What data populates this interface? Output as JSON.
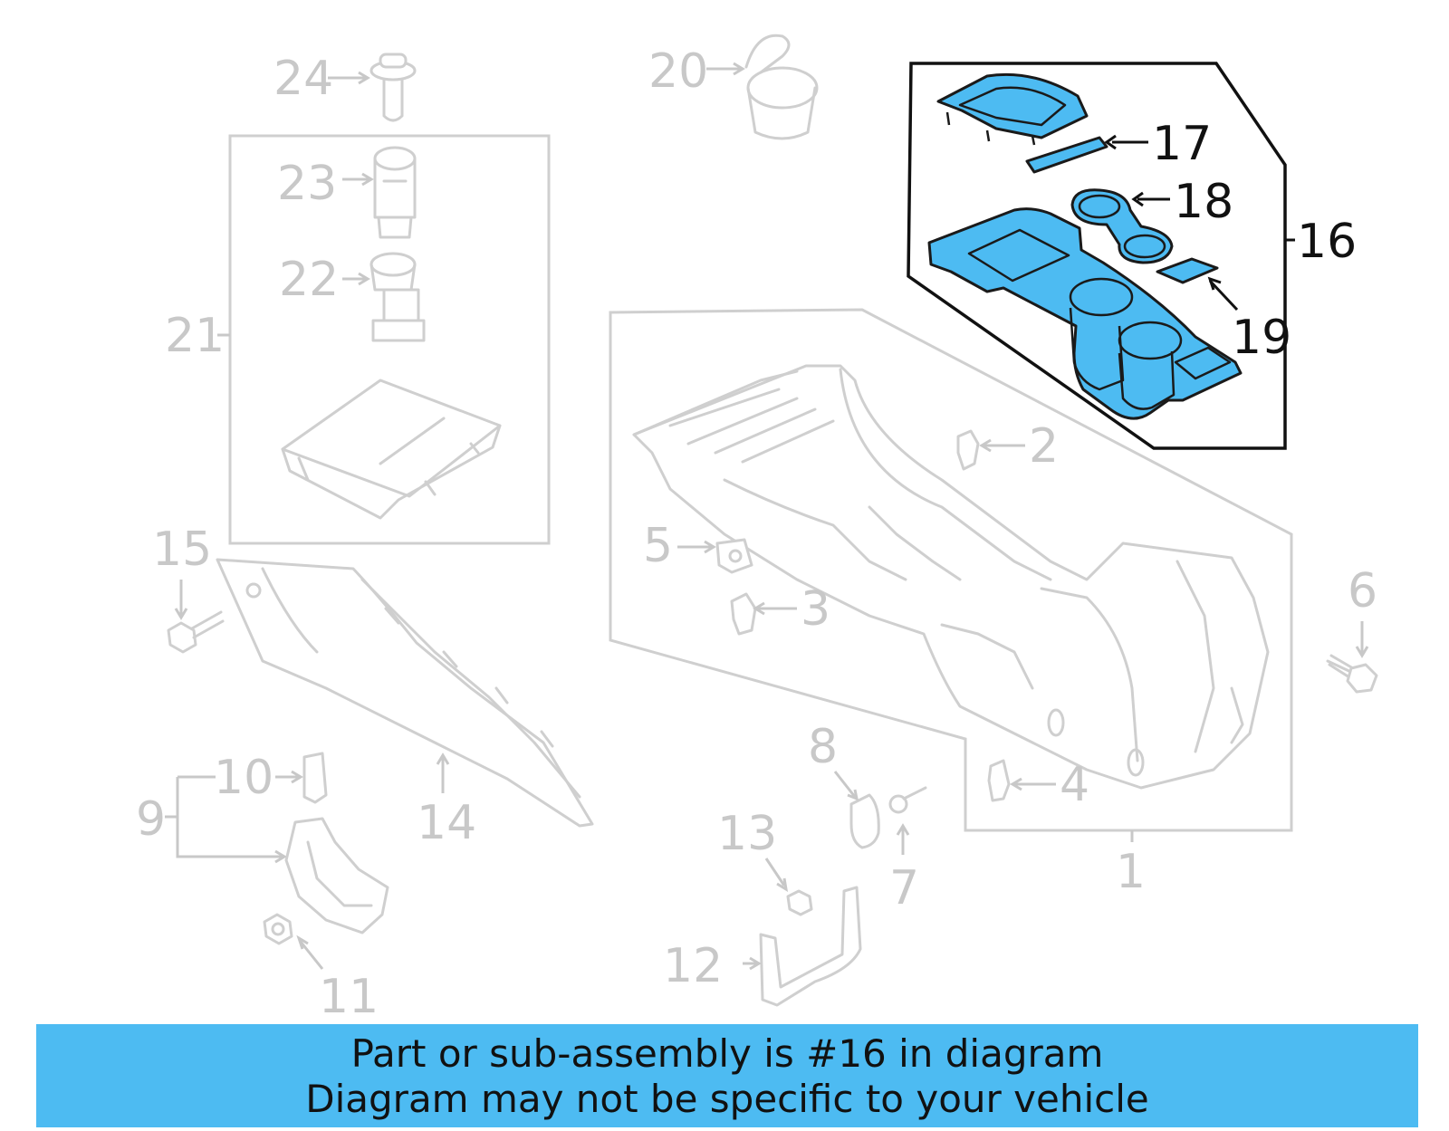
{
  "diagram": {
    "callouts": {
      "c1": "1",
      "c2": "2",
      "c3": "3",
      "c4": "4",
      "c5": "5",
      "c6": "6",
      "c7": "7",
      "c8": "8",
      "c9": "9",
      "c10": "10",
      "c11": "11",
      "c12": "12",
      "c13": "13",
      "c14": "14",
      "c15": "15",
      "c16": "16",
      "c17": "17",
      "c18": "18",
      "c19": "19",
      "c20": "20",
      "c21": "21",
      "c22": "22",
      "c23": "23",
      "c24": "24"
    },
    "highlight_color": "#4dbbf2",
    "dim_color": "#c8c8c8"
  },
  "banner": {
    "line1": "Part or sub-assembly is #16 in diagram",
    "line2": "Diagram may not be specific to your vehicle"
  }
}
